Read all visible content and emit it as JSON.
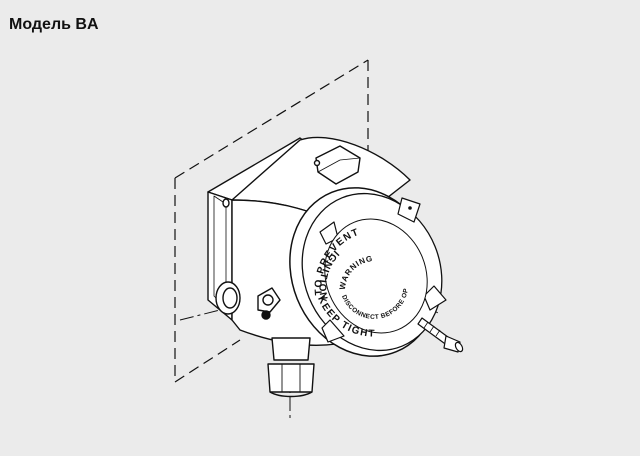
{
  "header": {
    "title": "Модель BA"
  },
  "colors": {
    "background": "#ebebeb",
    "line": "#111111",
    "fill": "#ffffff"
  },
  "figure": {
    "cap_text": {
      "ring_top": "TO PREVENT",
      "ring_left": "IGNITION",
      "ring_bottom": "KEEP TIGHT",
      "center_top": "WARNING",
      "center_bottom": "DISCONNECT BEFORE OPENING"
    }
  }
}
